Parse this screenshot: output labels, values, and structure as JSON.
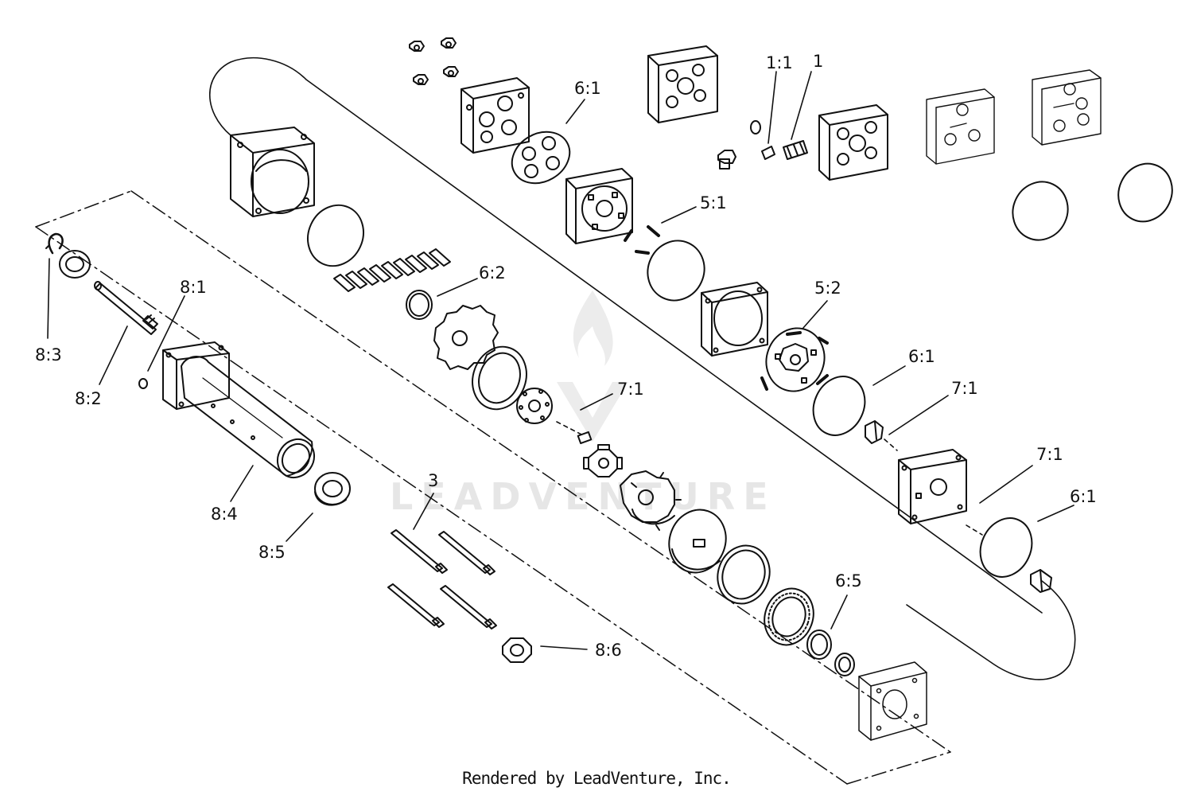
{
  "diagram": {
    "labels": {
      "l1_1": "1:1",
      "l1": "1",
      "l6_1a": "6:1",
      "l5_1": "5:1",
      "l6_2": "6:2",
      "l8_1": "8:1",
      "l5_2": "5:2",
      "l6_1b": "6:1",
      "l7_1a": "7:1",
      "l7_1b": "7:1",
      "l8_3": "8:3",
      "l8_2": "8:2",
      "l7_1c": "7:1",
      "l6_1c": "6:1",
      "l3": "3",
      "l8_4": "8:4",
      "l8_5": "8:5",
      "l6_5": "6:5",
      "l8_6": "8:6"
    },
    "watermark": "LEADVENTURE",
    "footer": "Rendered by LeadVenture, Inc."
  },
  "colors": {
    "ink": "#111111",
    "watermark": "#e6e6e6"
  }
}
